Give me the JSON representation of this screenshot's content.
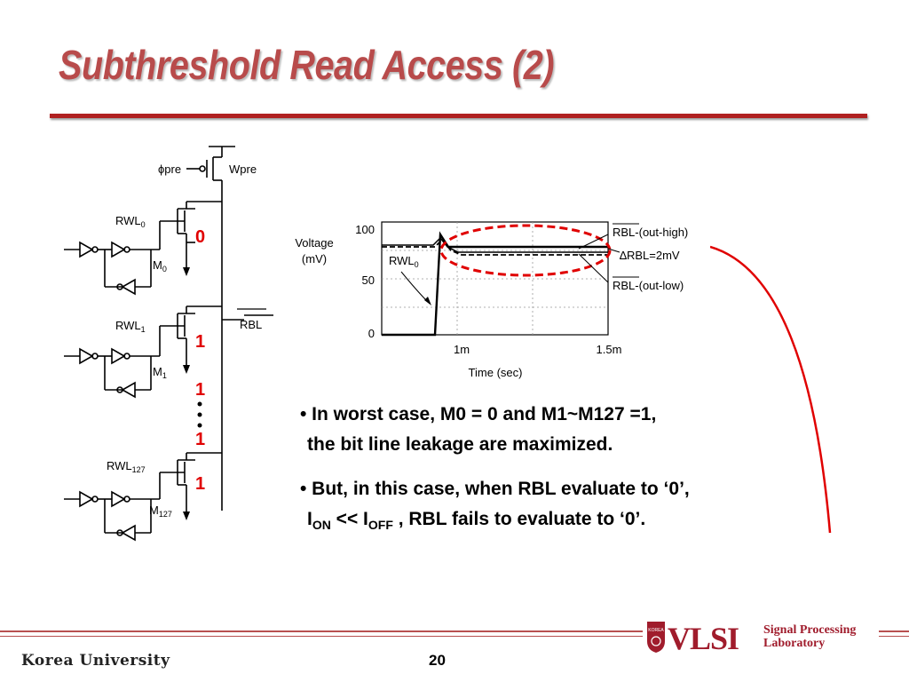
{
  "slide": {
    "title": "Subthreshold Read Access (2)",
    "page_number": "20",
    "footer_left": "Korea University",
    "logo_main": "VLSI",
    "logo_line1": "Signal Processing",
    "logo_line2": "Laboratory",
    "logo_seal": "KOREA"
  },
  "circuit": {
    "phi_pre": "ϕpre",
    "w_pre": "Wpre",
    "rbl": "RBL",
    "rows": [
      {
        "rwl": "RWL",
        "rwl_sub": "0",
        "m": "M",
        "m_sub": "0"
      },
      {
        "rwl": "RWL",
        "rwl_sub": "1",
        "m": "M",
        "m_sub": "1"
      },
      {
        "rwl": "RWL",
        "rwl_sub": "127",
        "m": "M",
        "m_sub": "127"
      }
    ],
    "bit_values": [
      "0",
      "1",
      "1",
      "1",
      "1"
    ]
  },
  "plot": {
    "ylabel_line1": "Voltage",
    "ylabel_line2": "(mV)",
    "xlabel": "Time (sec)",
    "yticks": [
      "100",
      "50",
      "0"
    ],
    "xticks": [
      "1m",
      "1.5m"
    ],
    "trace_label": "RWL",
    "trace_label_sub": "0",
    "legend_high": "RBL-(out-high)",
    "legend_delta": "∆RBL=2mV",
    "legend_low": "RBL-(out-low)"
  },
  "bullets": {
    "b1_line1": "• In worst case, M0 = 0 and M1~M127 =1,",
    "b1_line2": "the bit line leakage are maximized.",
    "b2_line1": "• But, in this case, when RBL evaluate to ‘0’,",
    "b2_i1": "I",
    "b2_on": "ON",
    "b2_mid": " << I",
    "b2_off": "OFF",
    "b2_rest": " , RBL fails to evaluate to ‘0’."
  },
  "colors": {
    "title": "#b84b4b",
    "rule": "#b02020",
    "highlight": "#e00000",
    "logo": "#a01c2c"
  }
}
